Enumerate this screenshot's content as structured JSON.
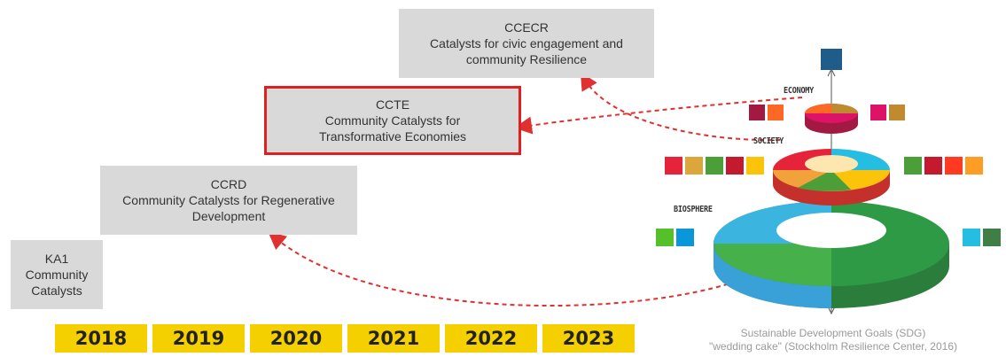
{
  "boxes": {
    "ccecr": {
      "code": "CCECR",
      "line1": "Catalysts for civic engagement and",
      "line2": "community Resilience"
    },
    "ccte": {
      "code": "CCTE",
      "line1": "Community Catalysts for",
      "line2": "Transformative Economies"
    },
    "ccrd": {
      "code": "CCRD",
      "line1": "Community Catalysts for Regenerative",
      "line2": "Development"
    },
    "ka1": {
      "code": "KA1",
      "line1": "Community",
      "line2": "Catalysts"
    }
  },
  "years": [
    "2018",
    "2019",
    "2020",
    "2021",
    "2022",
    "2023"
  ],
  "cake": {
    "economy_label": "ECONOMY",
    "society_label": "SOCIETY",
    "biosphere_label": "BIOSPHERE",
    "caption_line1": "Sustainable Development Goals (SDG)",
    "caption_line2": "\"wedding cake\" (Stockholm Resilience Center, 2016)"
  },
  "colors": {
    "box_fill": "#d9d9d9",
    "highlight_border": "#e02020",
    "arrow": "#e03030",
    "year_fill": "#f5d000"
  }
}
